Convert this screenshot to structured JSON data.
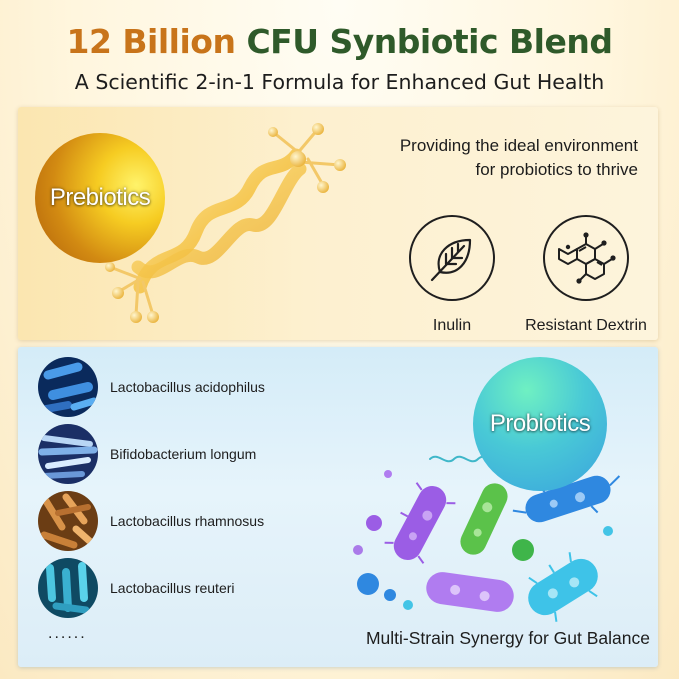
{
  "header": {
    "title_accent": "12 Billion",
    "title_main": "CFU Synbiotic Blend",
    "subtitle": "A Scientific 2-in-1 Formula for Enhanced Gut Health"
  },
  "prebiotics": {
    "badge": "Prebiotics",
    "description_line1": "Providing the ideal environment",
    "description_line2": "for probiotics to thrive",
    "ingredients": [
      {
        "label": "Inulin",
        "icon": "leaf-icon"
      },
      {
        "label": "Resistant Dextrin",
        "icon": "molecule-icon"
      }
    ]
  },
  "probiotics": {
    "badge": "Probiotics",
    "strains": [
      {
        "name": "Lactobacillus acidophilus"
      },
      {
        "name": "Bifidobacterium longum"
      },
      {
        "name": "Lactobacillus rhamnosus"
      },
      {
        "name": "Lactobacillus reuteri"
      }
    ],
    "more": "......",
    "footer": "Multi-Strain Synergy for Gut Balance"
  },
  "colors": {
    "title_accent": "#c8741a",
    "title_main": "#2f5a2a",
    "prebiotic_gold": "#f6cc22",
    "probiotic_teal": "#49c9d6"
  }
}
